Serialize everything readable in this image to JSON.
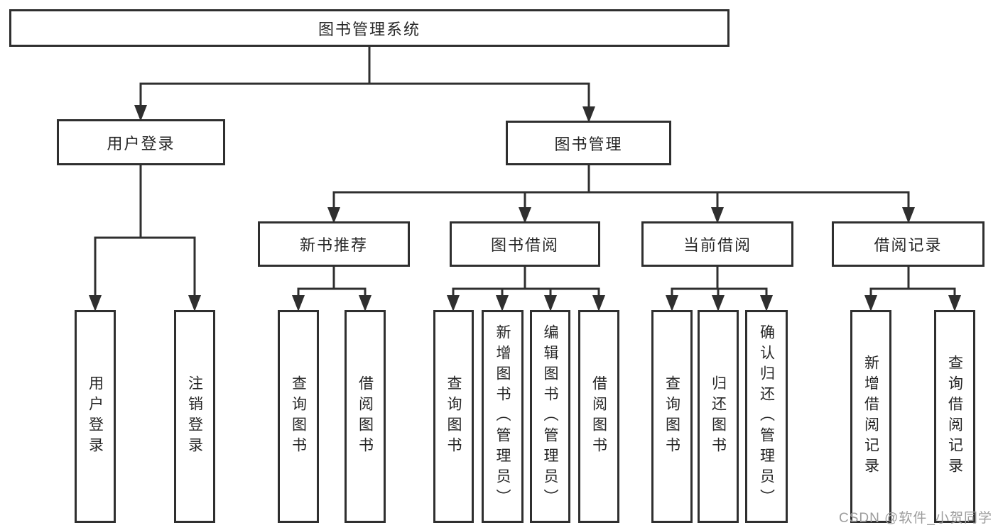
{
  "diagram": {
    "root": "图书管理系统",
    "user_branch": {
      "label": "用户登录",
      "children": [
        "用户登录",
        "注销登录"
      ]
    },
    "book_branch": {
      "label": "图书管理",
      "groups": [
        {
          "label": "新书推荐",
          "children": [
            "查询图书",
            "借阅图书"
          ]
        },
        {
          "label": "图书借阅",
          "children": [
            "查询图书",
            "新增图书（管理员）",
            "编辑图书（管理员）",
            "借阅图书"
          ]
        },
        {
          "label": "当前借阅",
          "children": [
            "查询图书",
            "归还图书",
            "确认归还（管理员）"
          ]
        },
        {
          "label": "借阅记录",
          "children": [
            "新增借阅记录",
            "查询借阅记录"
          ]
        }
      ]
    }
  },
  "watermark": "CSDN @软件_小贺同学",
  "colors": {
    "line": "#2f2f2f",
    "box_border": "#2f2f2f",
    "text": "#262626",
    "background": "#ffffff",
    "watermark": "#9c9c9c"
  }
}
